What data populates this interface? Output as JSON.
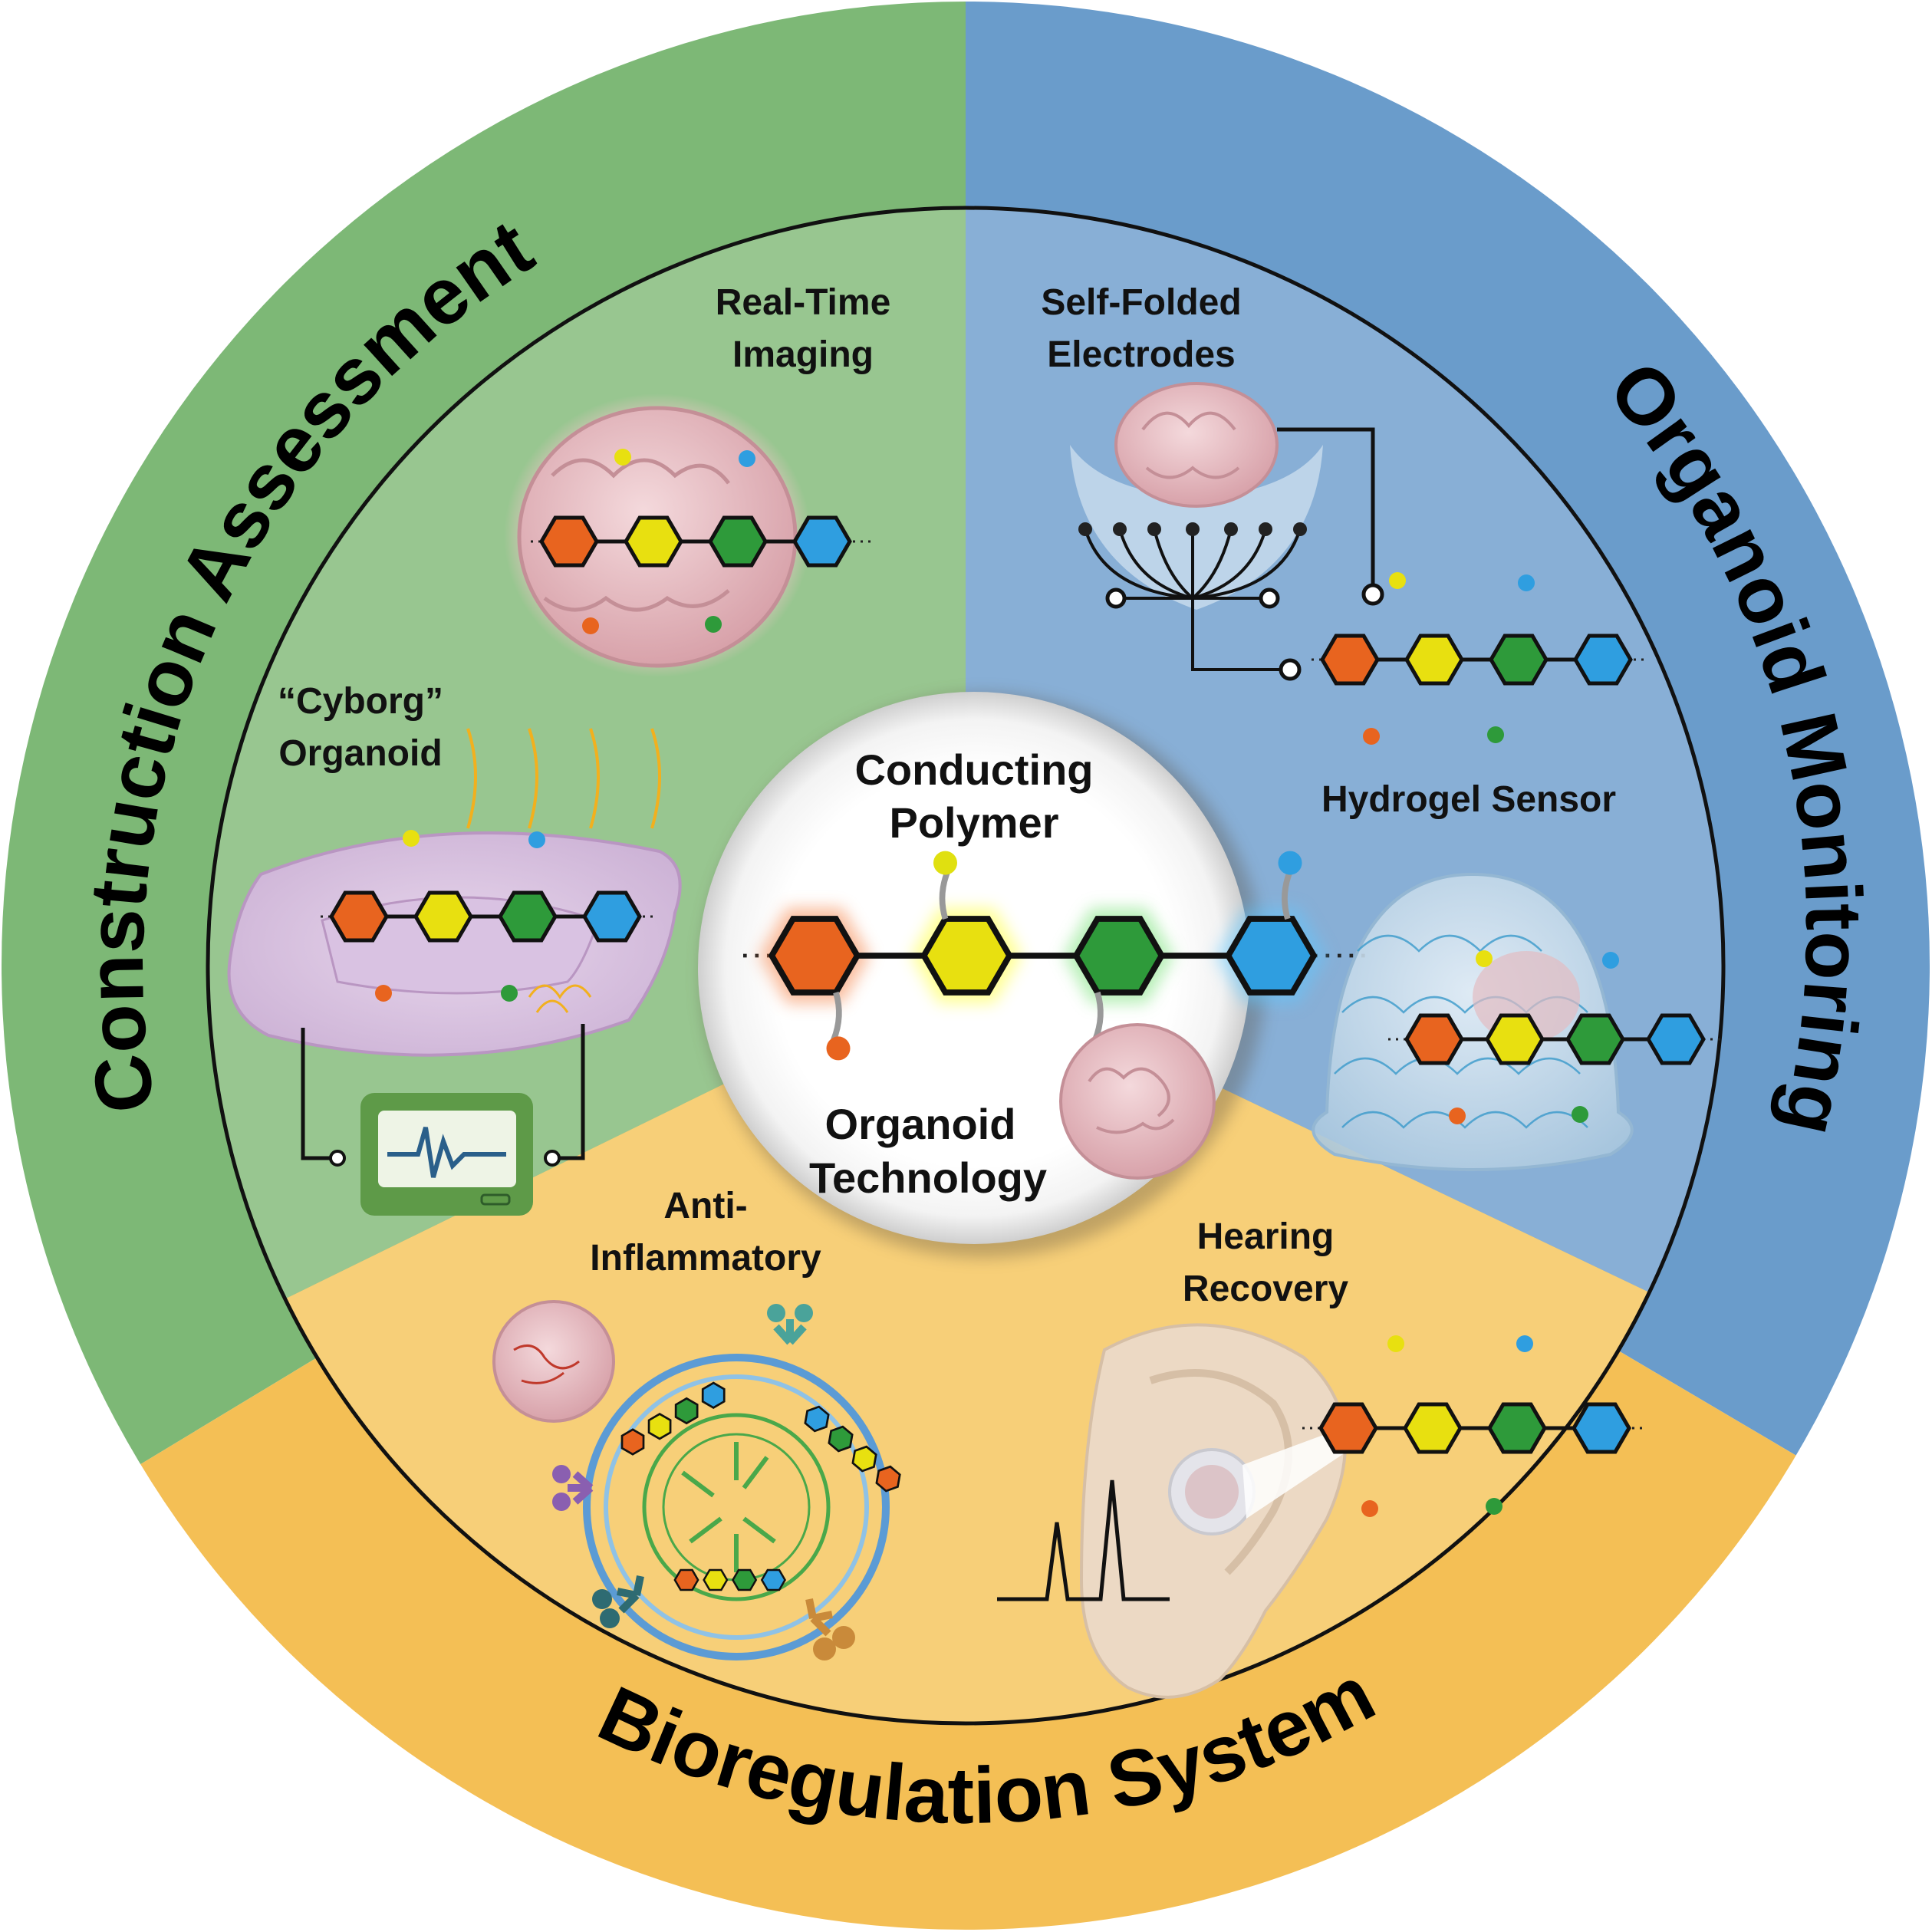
{
  "center": {
    "title_line1": "Conducting",
    "title_line2": "Polymer",
    "sub_line1": "Organoid",
    "sub_line2": "Technology"
  },
  "sections": {
    "construction": {
      "title": "Construction Assessment",
      "color": "#7db876"
    },
    "monitoring": {
      "title": "Organoid Monitoring",
      "color": "#6a9ccb"
    },
    "bioregulation": {
      "title": "Bioregulation System",
      "color": "#f4bf55"
    }
  },
  "labels": {
    "real_time_1": "Real-Time",
    "real_time_2": "Imaging",
    "cyborg_1": "“Cyborg”",
    "cyborg_2": "Organoid",
    "self_folded_1": "Self-Folded",
    "self_folded_2": "Electrodes",
    "hydrogel": "Hydrogel Sensor",
    "anti_1": "Anti-",
    "anti_2": "Inflammatory",
    "hearing_1": "Hearing",
    "hearing_2": "Recovery"
  },
  "colors": {
    "hex_orange": "#e8641f",
    "hex_yellow": "#e8e010",
    "hex_green": "#2e9a3a",
    "hex_blue": "#2f9ee0",
    "organoid_pink": "#e5b9bf",
    "monitor_green": "#5e9a48"
  },
  "icons": [
    "polymer-chain-icon",
    "organoid-icon",
    "monitor-icon",
    "electrode-array-icon",
    "hydrogel-dome-icon",
    "ear-icon",
    "nanoparticle-icon",
    "antibody-icon",
    "signal-peak-icon"
  ]
}
